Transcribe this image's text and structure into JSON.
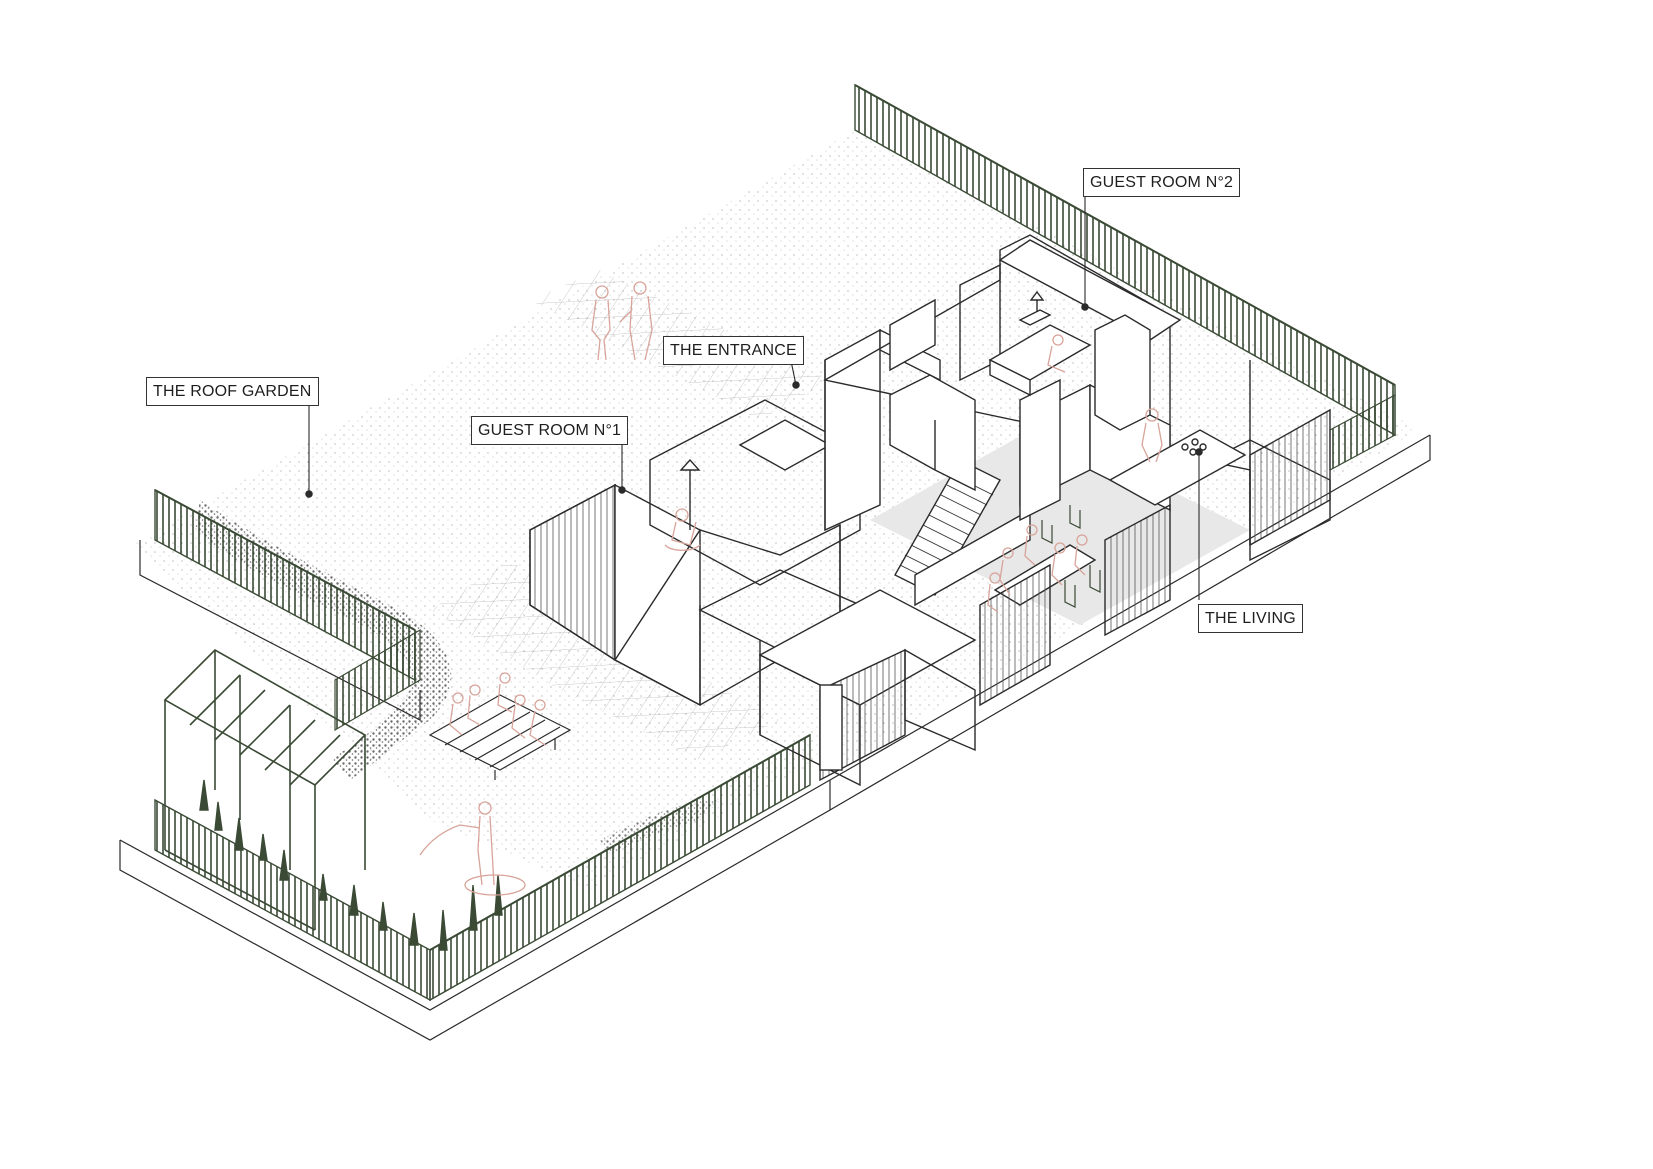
{
  "labels": {
    "roof_garden": "THE ROOF GARDEN",
    "entrance": "THE ENTRANCE",
    "guest_room_1": "GUEST ROOM N°1",
    "guest_room_2": "GUEST ROOM N°2",
    "living": "THE LIVING"
  },
  "colors": {
    "line": "#2b2b2b",
    "fence": "#3a4a35",
    "figures": "#d8a49a",
    "floor_shade": "#e8e8e8",
    "background": "#ffffff"
  }
}
